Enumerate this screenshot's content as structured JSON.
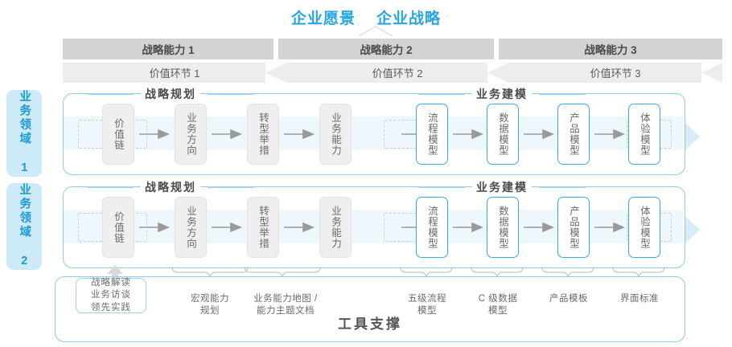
{
  "header": {
    "vision": "企业愿景",
    "strategy": "企业战略"
  },
  "capabilities": [
    {
      "label": "战略能力 1"
    },
    {
      "label": "战略能力 2"
    },
    {
      "label": "战略能力 3"
    }
  ],
  "value_links": [
    {
      "label": "价值环节 1"
    },
    {
      "label": "价值环节 2"
    },
    {
      "label": "价值环节 3"
    }
  ],
  "domains": [
    {
      "label": "业务领域 1"
    },
    {
      "label": "业务领域 2"
    }
  ],
  "sections": {
    "planning": "战略规划",
    "modeling": "业务建模"
  },
  "nodes": {
    "planning": [
      {
        "label": "价值链",
        "style": "gray"
      },
      {
        "label": "业务方向",
        "style": "gray"
      },
      {
        "label": "转型举措",
        "style": "gray"
      },
      {
        "label": "业务能力",
        "style": "gray"
      }
    ],
    "modeling": [
      {
        "label": "流程模型",
        "style": "blue"
      },
      {
        "label": "数据模型",
        "style": "blue"
      },
      {
        "label": "产品模型",
        "style": "blue"
      },
      {
        "label": "体验模型",
        "style": "blue"
      }
    ]
  },
  "tool_support": {
    "title": "工具支撑",
    "chip": "战略解读\n业务访谈\n领先实践",
    "labels": [
      {
        "text": "宏观能力\n规划"
      },
      {
        "text": "业务能力地图 /\n能力主题文档"
      },
      {
        "text": "五级流程\n模型"
      },
      {
        "text": "C 级数据\n模型"
      },
      {
        "text": "产品模板"
      },
      {
        "text": "界面标准"
      }
    ]
  },
  "colors": {
    "accent": "#28a6e0",
    "border_blue": "#8fcbe8",
    "node_blue": "#3aa9e0",
    "bar_gray": "#d2d3d3",
    "bar_light": "#ededed",
    "band": "#eef7fc",
    "tab_bg": "#cceaf8",
    "text_gray": "#6b6b6b"
  }
}
